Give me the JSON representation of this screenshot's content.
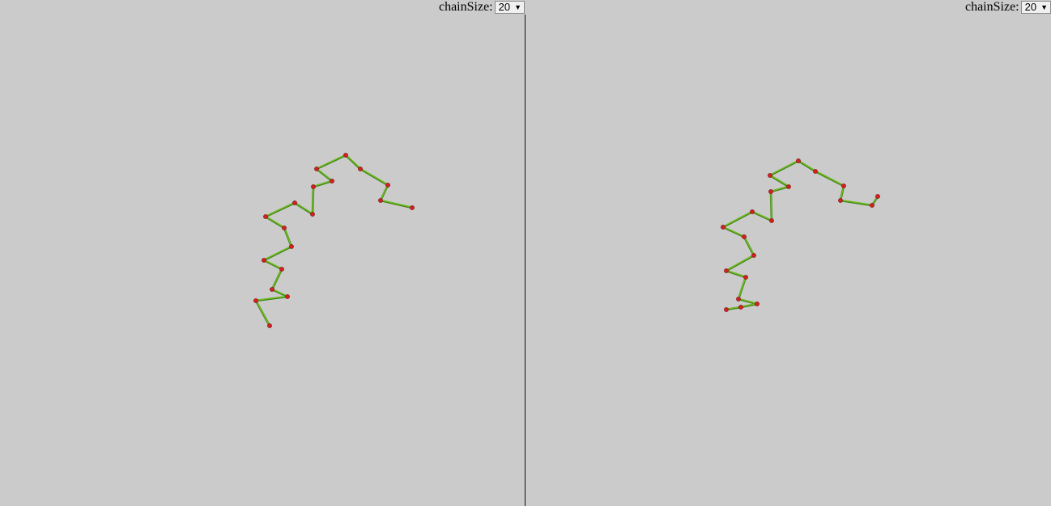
{
  "left_panel": {
    "label": "chainSize:",
    "selected_value": "20"
  },
  "right_panel": {
    "label": "chainSize:",
    "selected_value": "20"
  },
  "colors": {
    "background": "#cbcbcb",
    "link": "#6fbf1f",
    "link_dark": "#3f7f12",
    "node": "#d42020"
  }
}
